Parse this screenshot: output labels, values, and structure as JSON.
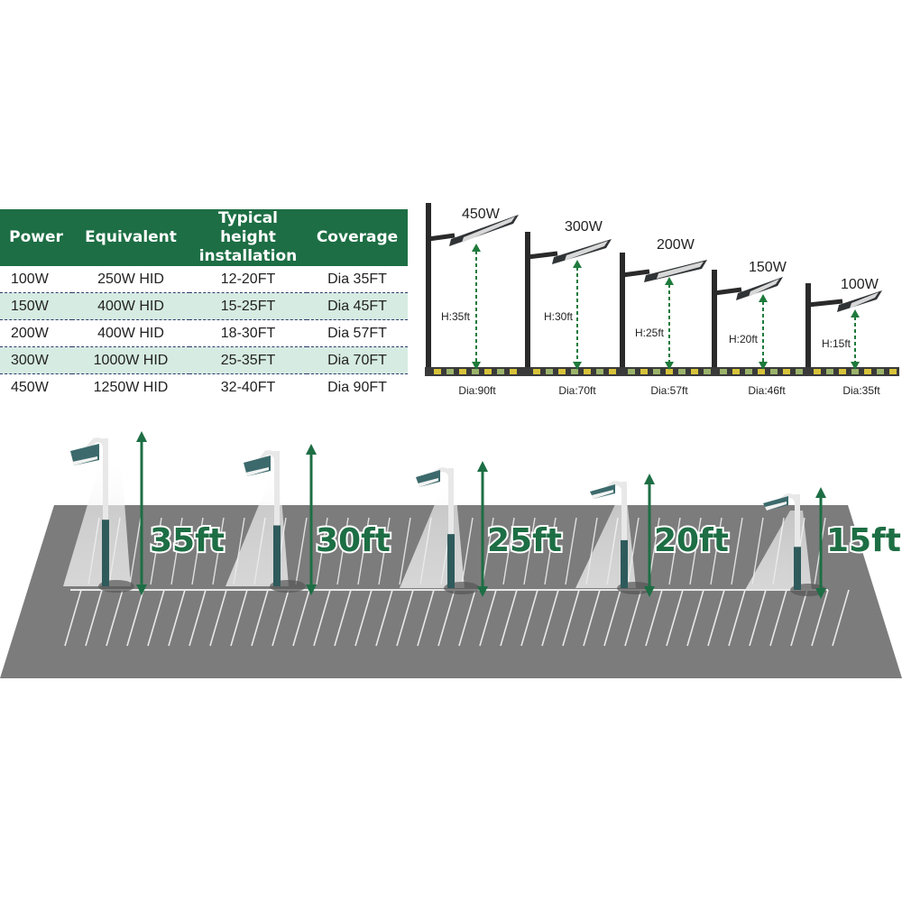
{
  "spec_table": {
    "headers": [
      "Power",
      "Equivalent",
      "Typical height\ninstallation",
      "Coverage"
    ],
    "rows": [
      [
        "100W",
        "250W HID",
        "12-20FT",
        "Dia 35FT"
      ],
      [
        "150W",
        "400W HID",
        "15-25FT",
        "Dia 45FT"
      ],
      [
        "200W",
        "400W HID",
        "18-30FT",
        "Dia 57FT"
      ],
      [
        "300W",
        "1000W HID",
        "25-35FT",
        "Dia 70FT"
      ],
      [
        "450W",
        "1250W HID",
        "32-40FT",
        "Dia 90FT"
      ]
    ]
  },
  "fixtures": [
    {
      "watt": "450W",
      "height": "H:35ft",
      "dia": "Dia:90ft"
    },
    {
      "watt": "300W",
      "height": "H:30ft",
      "dia": "Dia:70ft"
    },
    {
      "watt": "200W",
      "height": "H:25ft",
      "dia": "Dia:57ft"
    },
    {
      "watt": "150W",
      "height": "H:20ft",
      "dia": "Dia:46ft"
    },
    {
      "watt": "100W",
      "height": "H:15ft",
      "dia": "Dia:35ft"
    }
  ],
  "parking_heights": [
    "35ft",
    "30ft",
    "25ft",
    "20ft",
    "15ft"
  ],
  "colors": {
    "brand_green": "#1d6e44",
    "row_shade": "#d6ebe2",
    "lamp_teal": "#3c6a6c",
    "asphalt": "#7c7c7c",
    "marker_yellow": "#d7c33a"
  }
}
